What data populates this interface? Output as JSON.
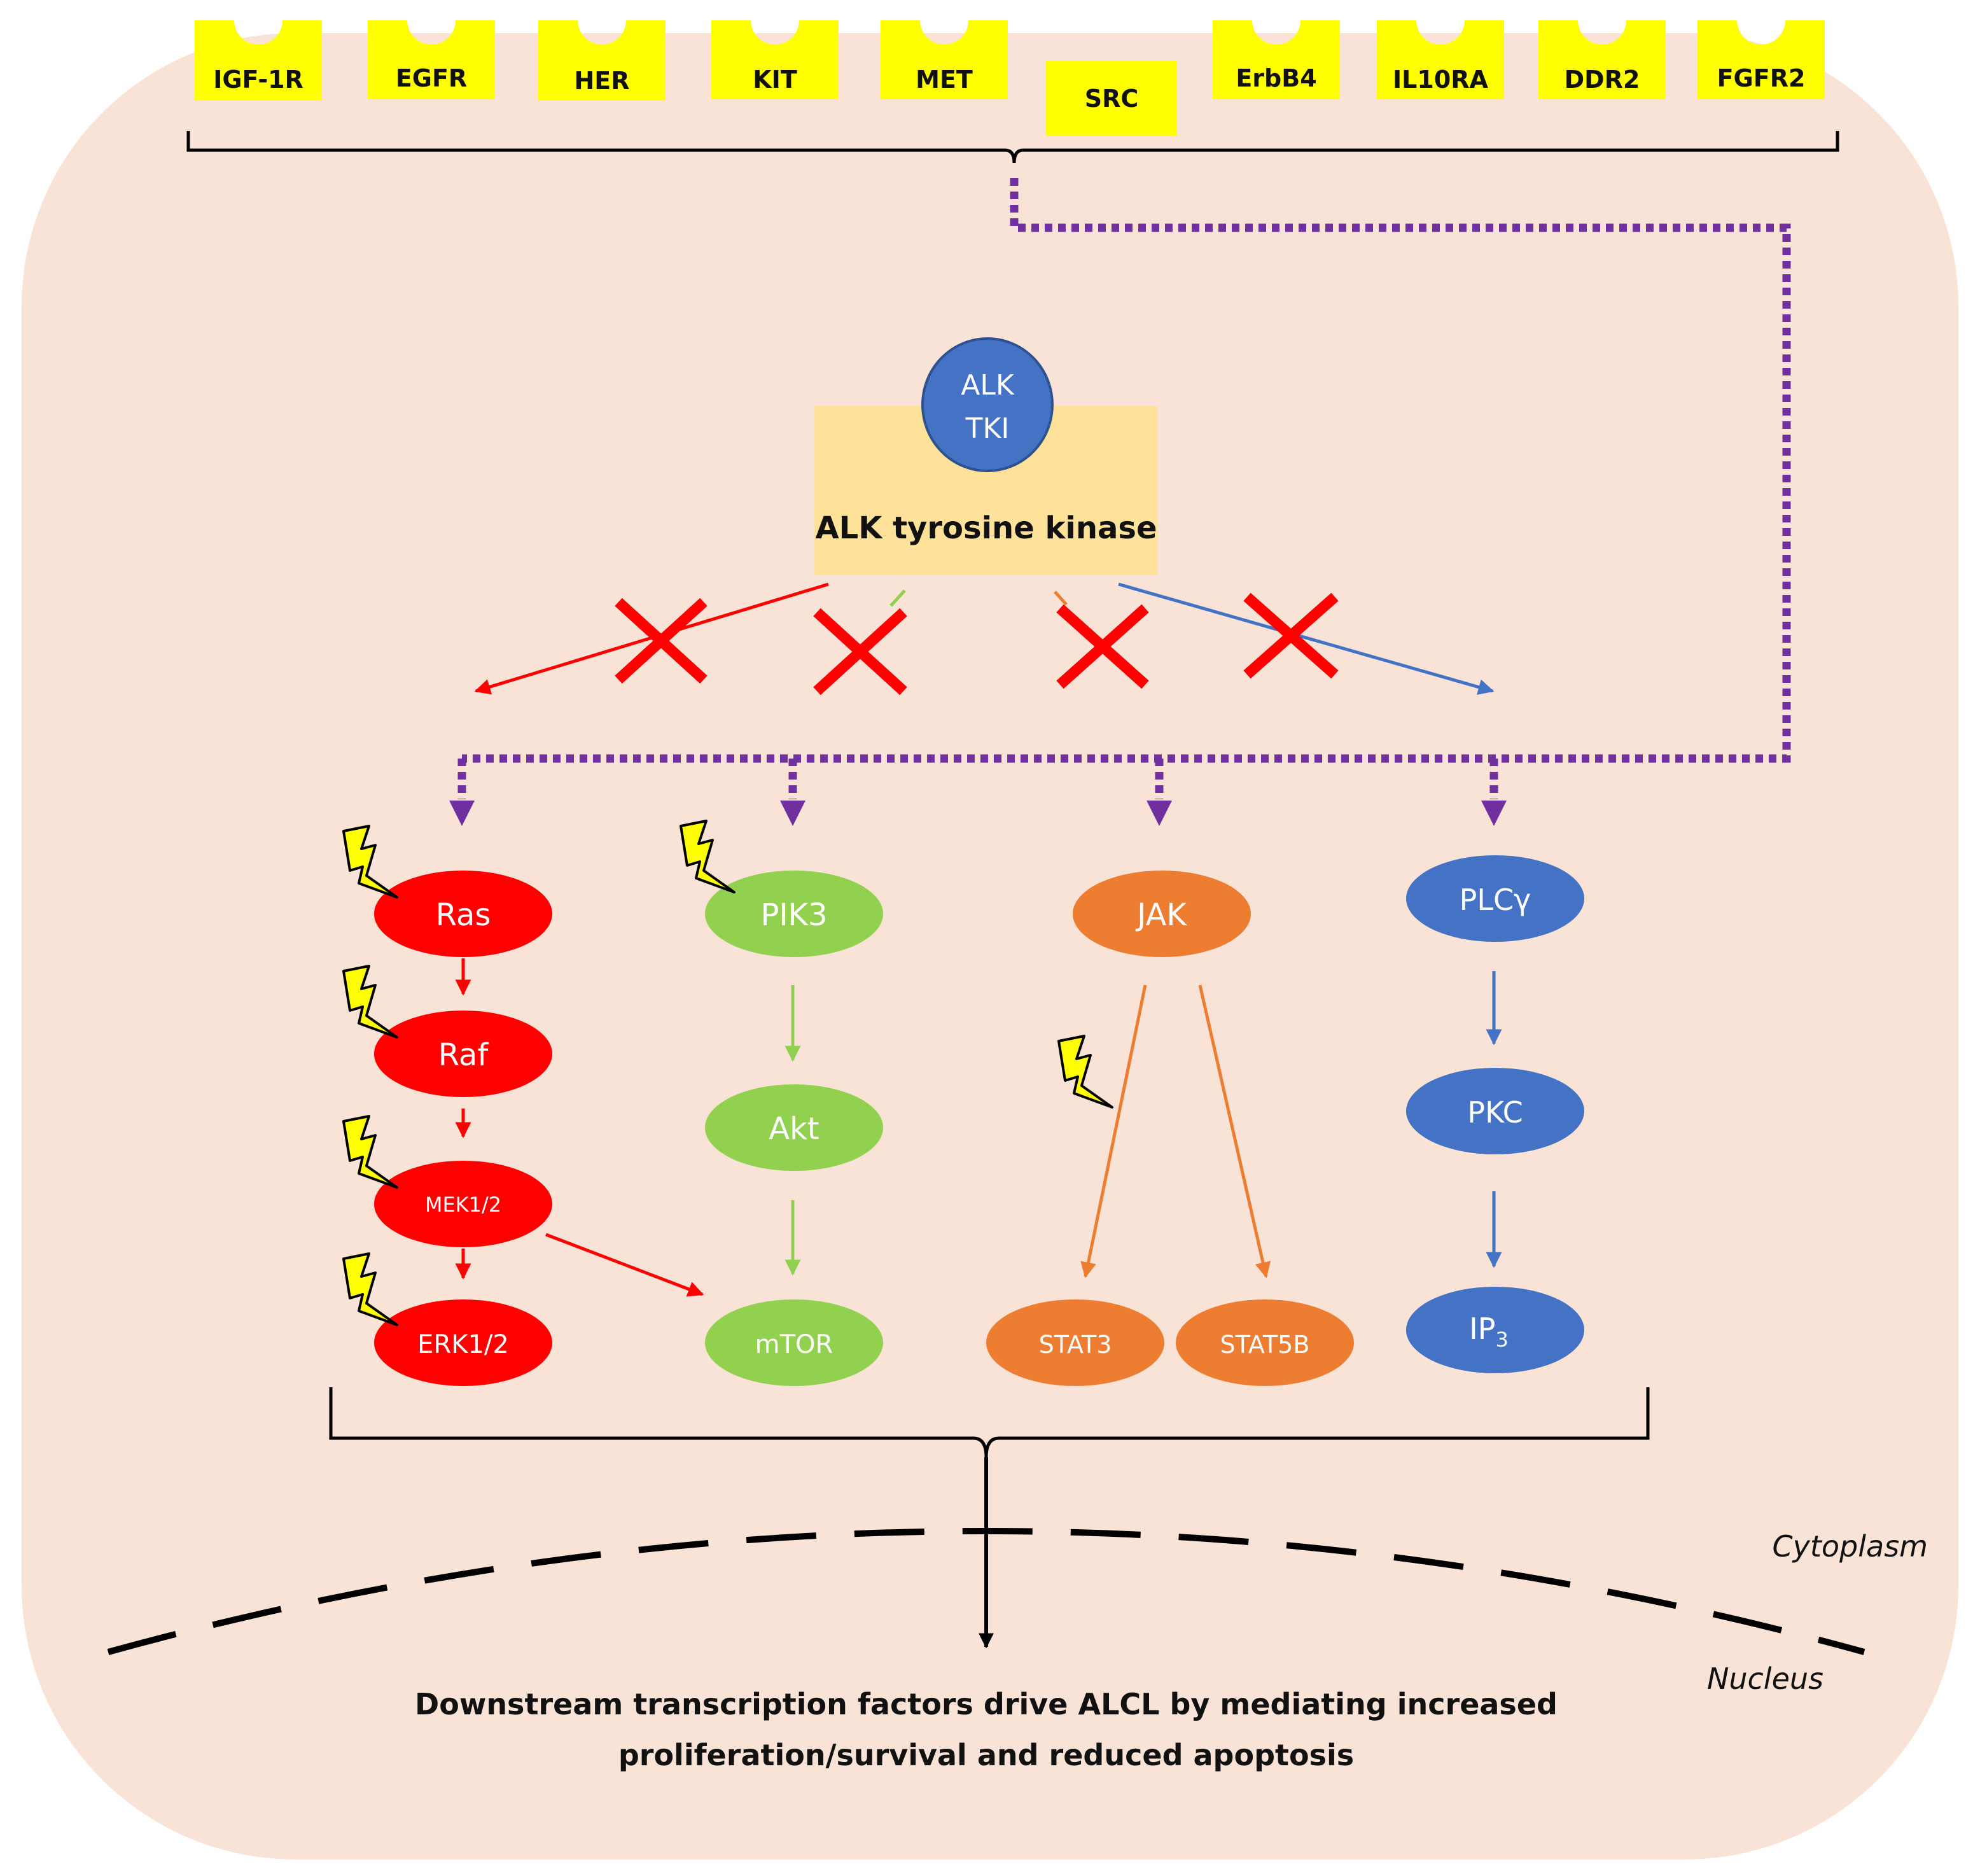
{
  "colors": {
    "cell": "#f9e3d6",
    "receptor": "#ffff00",
    "kinase_box": "#ffe29a",
    "tki": "#4472c4",
    "ras_pathway": "#ff0000",
    "pi3k_pathway": "#92d050",
    "jak_pathway": "#ed7d31",
    "plc_pathway": "#4472c4",
    "bypass": "#7030a0",
    "inhibition": "#ff0000",
    "lightning": "#ffff00"
  },
  "receptors": [
    "IGF-1R",
    "EGFR",
    "HER",
    "KIT",
    "MET",
    "SRC",
    "ErbB4",
    "IL10RA",
    "DDR2",
    "FGFR2"
  ],
  "tki": {
    "line1": "ALK",
    "line2": "TKI"
  },
  "kinase": {
    "label": "ALK tyrosine kinase"
  },
  "pathways": {
    "ras": [
      "Ras",
      "Raf",
      "MEK1/2",
      "ERK1/2"
    ],
    "pi3k": [
      "PIK3",
      "Akt",
      "mTOR"
    ],
    "jak": [
      "JAK",
      "STAT3",
      "STAT5B"
    ],
    "plc": {
      "plcg": "PLCγ",
      "pkc": "PKC",
      "ip3_base": "IP",
      "ip3_sub": "3"
    }
  },
  "regions": {
    "cytoplasm": "Cytoplasm",
    "nucleus": "Nucleus"
  },
  "conclusion": {
    "line1": "Downstream transcription factors drive ALCL by mediating increased",
    "line2": "proliferation/survival and reduced apoptosis"
  },
  "icons": {
    "receptor": "receptor-notch-icon",
    "inhibition": "red-x-icon",
    "mutation": "lightning-bolt-icon"
  }
}
